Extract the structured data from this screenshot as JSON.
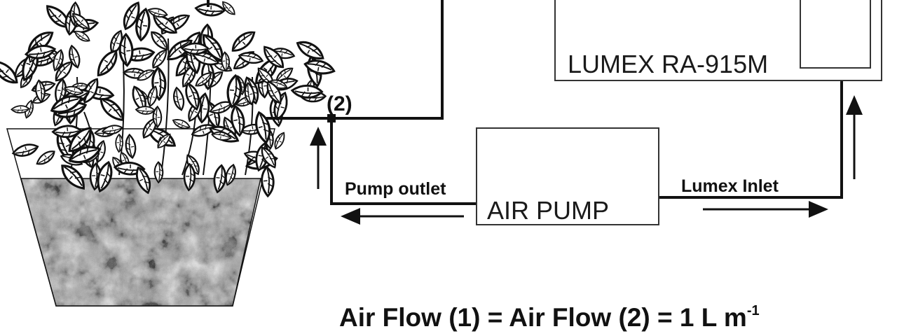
{
  "diagram": {
    "analyzer_label": "LUMEX RA-915M",
    "pump_label": "AIR PUMP",
    "pump_outlet_label": "Pump outlet",
    "lumex_inlet_label": "Lumex Inlet",
    "junction_label": "(2)",
    "equation": {
      "text": "Air Flow (1) = Air Flow (2) = 1 L m",
      "superscript": "-1"
    },
    "icons": {
      "plant": "potted-plant-icon",
      "soil": "soil-texture-icon",
      "arrow": "flow-arrow-icon"
    },
    "colors": {
      "line": "#111111",
      "soil_dark": "#2a2a2a",
      "soil_light": "#d9d9d9"
    }
  }
}
